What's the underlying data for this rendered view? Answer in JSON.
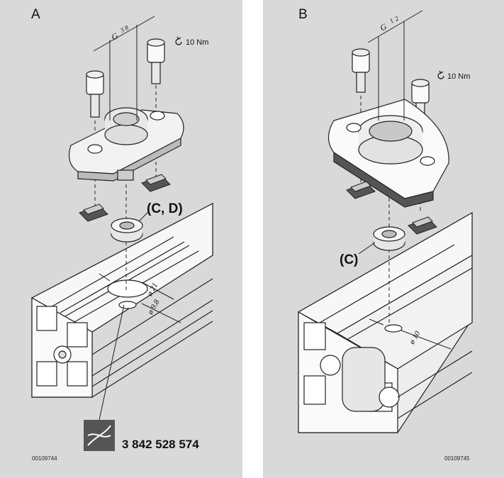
{
  "panels": [
    {
      "letter": "A",
      "thread_label": "G",
      "thread_size": "3/8\"",
      "thread_num": "3",
      "thread_den": "8",
      "torque": "10 Nm",
      "callout": "(C, D)",
      "dia_large": "ø 21",
      "dia_small": "ø 9.8",
      "part_number": "3 842 528 574",
      "doc_number": "00109744"
    },
    {
      "letter": "B",
      "thread_label": "G",
      "thread_size": "1/2\"",
      "thread_num": "1",
      "thread_den": "2",
      "torque": "10 Nm",
      "callout": "(C)",
      "dia": "ø 10",
      "doc_number": "00109745"
    }
  ],
  "icons": {
    "torque": "rotate-arrow-icon",
    "tool": "drill-bit-icon"
  }
}
